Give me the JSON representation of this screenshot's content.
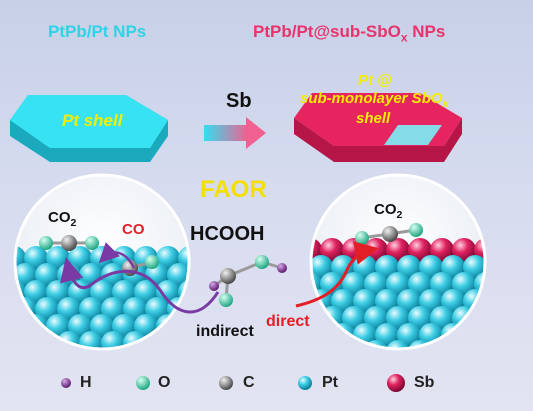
{
  "titles": {
    "left": "PtPb/Pt NPs",
    "right_main": "PtPb/Pt@sub-SbO",
    "right_sub": "x",
    "right_end": " NPs"
  },
  "arrow_label": "Sb",
  "left_shell_label": "Pt shell",
  "right_shell_label": {
    "line1": "Pt @",
    "line2_main": "sub-monolayer SbO",
    "line2_sub": "x",
    "line3": "shell"
  },
  "reaction": "FAOR",
  "reactant": "HCOOH",
  "pathways": {
    "indirect": "indirect",
    "direct": "direct"
  },
  "products": {
    "co2_main": "CO",
    "co2_sub": "2",
    "co": "CO"
  },
  "legend": [
    {
      "label": "H",
      "color": "#8a2f9c"
    },
    {
      "label": "O",
      "color": "#3fd6a6"
    },
    {
      "label": "C",
      "color": "#8a8a8a"
    },
    {
      "label": "Pt",
      "color": "#36c8de"
    },
    {
      "label": "Sb",
      "color": "#d8175c"
    }
  ],
  "colors": {
    "pt_shell": "#33dff0",
    "sb_shell": "#e6245f",
    "direct_arrow": "#e21f26",
    "indirect_arrow": "#7a3aa3"
  }
}
